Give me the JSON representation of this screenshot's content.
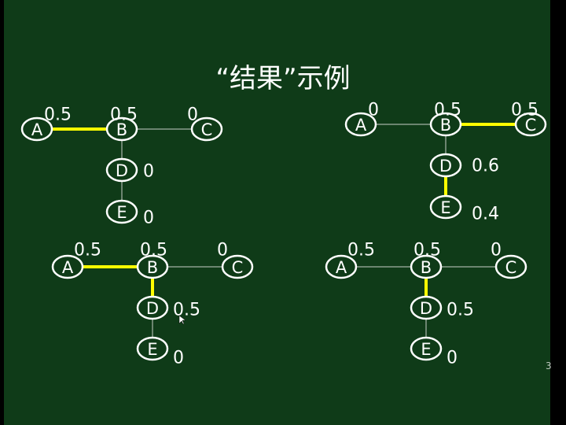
{
  "title": "“结果”示例",
  "page_number": "3",
  "colors": {
    "background": "#0f3b18",
    "highlight": "#ffff00",
    "edge": "#c9cfc9",
    "text": "#ffffff"
  },
  "diagrams": [
    {
      "nodes": [
        {
          "id": "A",
          "label": "A",
          "value": "0.5"
        },
        {
          "id": "B",
          "label": "B",
          "value": "0.5"
        },
        {
          "id": "C",
          "label": "C",
          "value": "0"
        },
        {
          "id": "D",
          "label": "D",
          "value": "0"
        },
        {
          "id": "E",
          "label": "E",
          "value": "0"
        }
      ],
      "edges": [
        {
          "from": "A",
          "to": "B",
          "highlight": true
        },
        {
          "from": "B",
          "to": "C",
          "highlight": false
        },
        {
          "from": "B",
          "to": "D",
          "highlight": false
        },
        {
          "from": "D",
          "to": "E",
          "highlight": false
        }
      ]
    },
    {
      "nodes": [
        {
          "id": "A",
          "label": "A",
          "value": "0"
        },
        {
          "id": "B",
          "label": "B",
          "value": "0.5"
        },
        {
          "id": "C",
          "label": "C",
          "value": "0.5"
        },
        {
          "id": "D",
          "label": "D",
          "value": "0.6"
        },
        {
          "id": "E",
          "label": "E",
          "value": "0.4"
        }
      ],
      "edges": [
        {
          "from": "A",
          "to": "B",
          "highlight": false
        },
        {
          "from": "B",
          "to": "C",
          "highlight": true
        },
        {
          "from": "B",
          "to": "D",
          "highlight": false
        },
        {
          "from": "D",
          "to": "E",
          "highlight": true
        }
      ]
    },
    {
      "nodes": [
        {
          "id": "A",
          "label": "A",
          "value": "0.5"
        },
        {
          "id": "B",
          "label": "B",
          "value": "0.5"
        },
        {
          "id": "C",
          "label": "C",
          "value": "0"
        },
        {
          "id": "D",
          "label": "D",
          "value": "0.5"
        },
        {
          "id": "E",
          "label": "E",
          "value": "0"
        }
      ],
      "edges": [
        {
          "from": "A",
          "to": "B",
          "highlight": true
        },
        {
          "from": "B",
          "to": "C",
          "highlight": false
        },
        {
          "from": "B",
          "to": "D",
          "highlight": true
        },
        {
          "from": "D",
          "to": "E",
          "highlight": false
        }
      ]
    },
    {
      "nodes": [
        {
          "id": "A",
          "label": "A",
          "value": "0.5"
        },
        {
          "id": "B",
          "label": "B",
          "value": "0.5"
        },
        {
          "id": "C",
          "label": "C",
          "value": "0"
        },
        {
          "id": "D",
          "label": "D",
          "value": "0.5"
        },
        {
          "id": "E",
          "label": "E",
          "value": "0"
        }
      ],
      "edges": [
        {
          "from": "A",
          "to": "B",
          "highlight": false
        },
        {
          "from": "B",
          "to": "C",
          "highlight": false
        },
        {
          "from": "B",
          "to": "D",
          "highlight": true
        },
        {
          "from": "D",
          "to": "E",
          "highlight": false
        }
      ]
    }
  ]
}
